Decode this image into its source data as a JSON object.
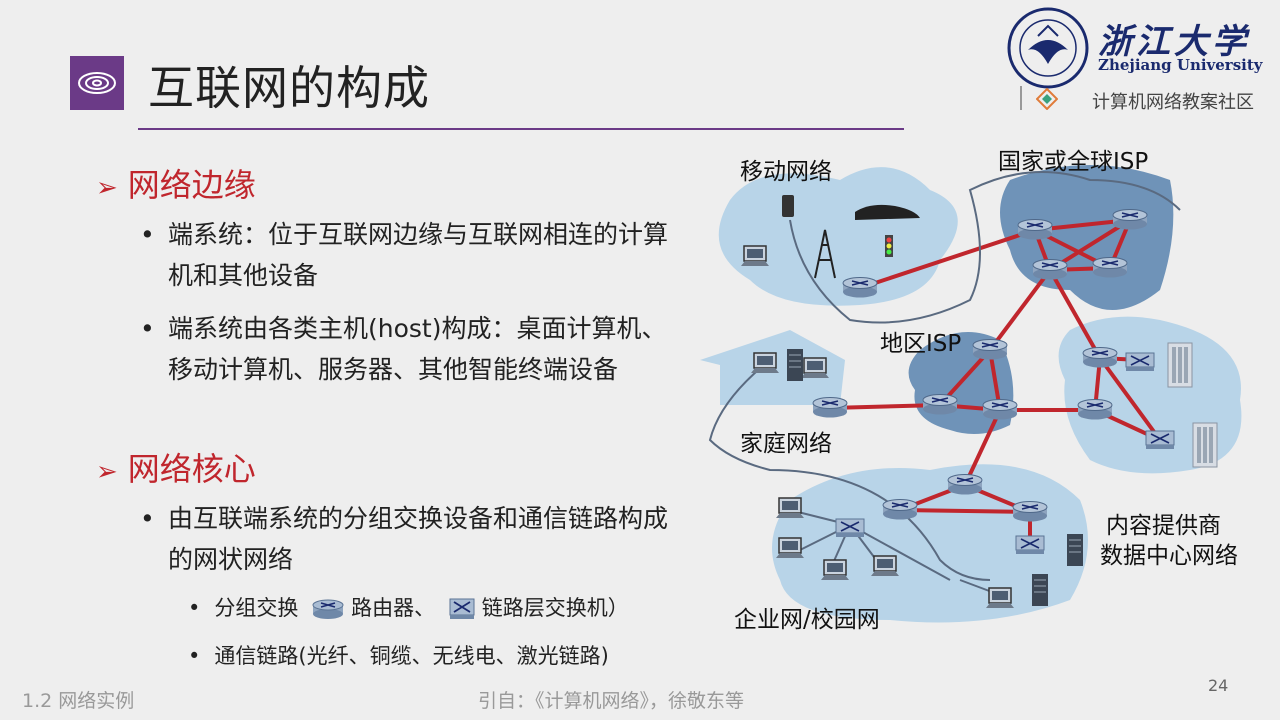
{
  "slide": {
    "title": "互联网的构成",
    "page_number": "24"
  },
  "logo": {
    "name_cn": "浙江大学",
    "name_en": "Zhejiang University",
    "community": "计算机网络教案社区"
  },
  "content": {
    "section1": {
      "heading": "网络边缘",
      "bullets": [
        "端系统：位于互联网边缘与互联网相连的计算机和其他设备",
        "端系统由各类主机(host)构成：桌面计算机、移动计算机、服务器、其他智能终端设备"
      ]
    },
    "section2": {
      "heading": "网络核心",
      "bullet": "由互联端系统的分组交换设备和通信链路构成的网状网络",
      "sub1_prefix": "分组交换",
      "sub1_router": "路由器、",
      "sub1_switch": "链路层交换机）",
      "sub2": "通信链路(光纤、铜缆、无线电、激光链路)"
    }
  },
  "diagram": {
    "labels": {
      "mobile": "移动网络",
      "global_isp": "国家或全球ISP",
      "regional_isp": "地区ISP",
      "home": "家庭网络",
      "content_provider_1": "内容提供商",
      "content_provider_2": "数据中心网络",
      "enterprise": "企业网/校园网"
    }
  },
  "footer": {
    "section": "1.2 网络实例",
    "source": "引自：《计算机网络》，徐敬东等"
  },
  "colors": {
    "accent_purple": "#6b3a87",
    "heading_red": "#c0262d",
    "link_red": "#c0262d",
    "cloud_blue": "#b8d4e8",
    "isp_blue": "#6f93b8"
  }
}
